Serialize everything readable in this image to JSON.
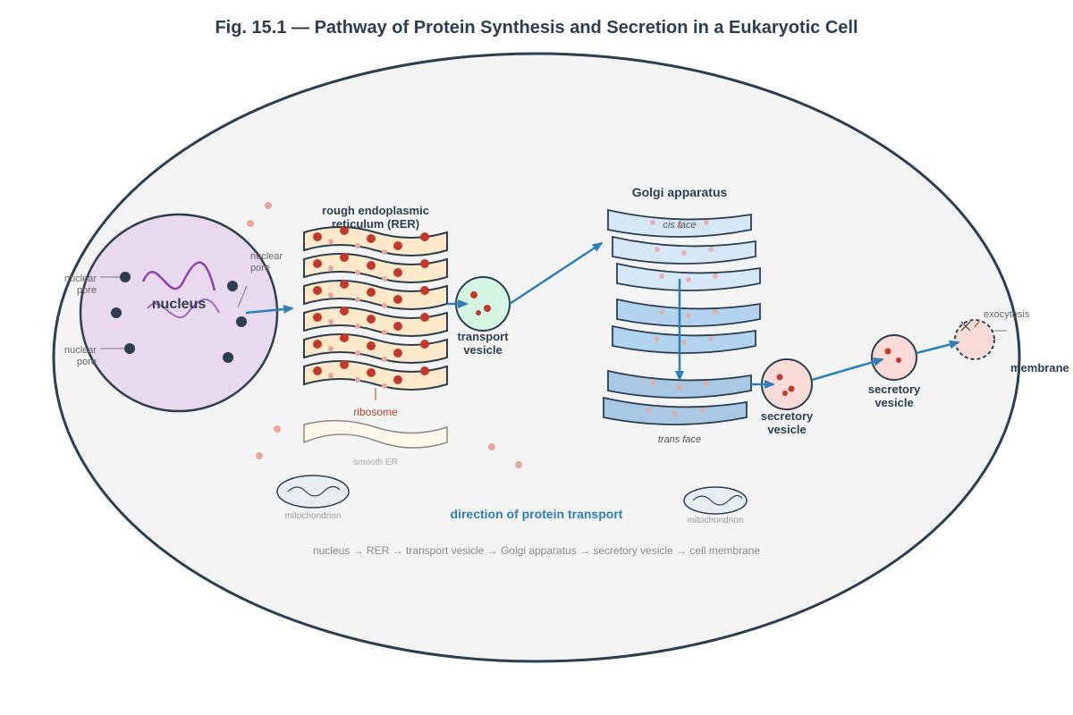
{
  "title": "Fig. 15.1 — Pathway of Protein Synthesis and Secretion in a Eukaryotic Cell",
  "labels": {
    "nucleus": "nucleus",
    "nuclear_pore_left_top": [
      "nuclear",
      "pore"
    ],
    "nuclear_pore_left_bottom": [
      "nuclear",
      "pore"
    ],
    "nuclear_pore_right": [
      "nuclear",
      "pore"
    ],
    "rer": [
      "rough endoplasmic",
      "reticulum (RER)"
    ],
    "ribosome": "ribosome",
    "smooth_er": "smooth ER",
    "transport_vesicle": [
      "transport",
      "vesicle"
    ],
    "golgi": "Golgi apparatus",
    "cis_face": "cis face",
    "trans_face": "trans face",
    "secretory_vesicle_1": [
      "secretory",
      "vesicle"
    ],
    "secretory_vesicle_2": [
      "secretory",
      "vesicle"
    ],
    "exocytosis": "exocytosis",
    "membrane": "membrane",
    "mitochondrion_left": "mitochondrion",
    "mitochondrion_right": "mitochondrion",
    "direction": "direction of protein transport",
    "pathway_summary": "nucleus → RER → transport vesicle → Golgi apparatus → secretory vesicle → cell membrane"
  },
  "colors": {
    "outline": "#2c3e50",
    "cell_fill": "#f4f4f4",
    "nucleus_fill": "#e8d9ee",
    "dna": "#8e44ad",
    "rer_fill": "#fde9c9",
    "ribosome": "#c0392b",
    "ribosome_light": "#e6a8a0",
    "golgi_light": "#d6e8f7",
    "golgi_mid": "#b3d4f0",
    "golgi_dark": "#a9c8e4",
    "arrow": "#2e7fb8",
    "transport_vesicle_fill": "#d5f5e3",
    "secretory_fill": "#fadbd8",
    "muted_text": "#999999"
  }
}
